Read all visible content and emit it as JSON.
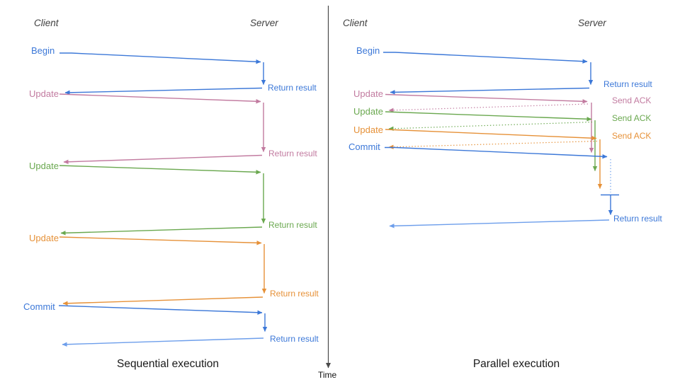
{
  "palette": {
    "blue": "#3c78d8",
    "light_blue": "#6d9eeb",
    "pink": "#c27ba0",
    "green": "#6aa84f",
    "orange": "#e69138",
    "axis": "#4a4a4a"
  },
  "time_axis": {
    "label": "Time"
  },
  "sequential": {
    "title": "Sequential execution",
    "client_header": "Client",
    "server_header": "Server",
    "messages": [
      {
        "request": "Begin",
        "response": "Return result",
        "color": "#3c78d8"
      },
      {
        "request": "Update",
        "response": "Return result",
        "color": "#c27ba0"
      },
      {
        "request": "Update",
        "response": "Return result",
        "color": "#6aa84f"
      },
      {
        "request": "Update",
        "response": "Return result",
        "color": "#e69138"
      },
      {
        "request": "Commit",
        "response": "Return result",
        "color": "#3c78d8"
      }
    ]
  },
  "parallel": {
    "title": "Parallel execution",
    "client_header": "Client",
    "server_header": "Server",
    "messages": [
      {
        "request": "Begin",
        "response": "Return result",
        "color": "#3c78d8"
      },
      {
        "request": "Update",
        "response": "Send ACK",
        "color": "#c27ba0"
      },
      {
        "request": "Update",
        "response": "Send ACK",
        "color": "#6aa84f"
      },
      {
        "request": "Update",
        "response": "Send ACK",
        "color": "#e69138"
      },
      {
        "request": "Commit",
        "response": "Return result",
        "color": "#3c78d8"
      }
    ]
  }
}
